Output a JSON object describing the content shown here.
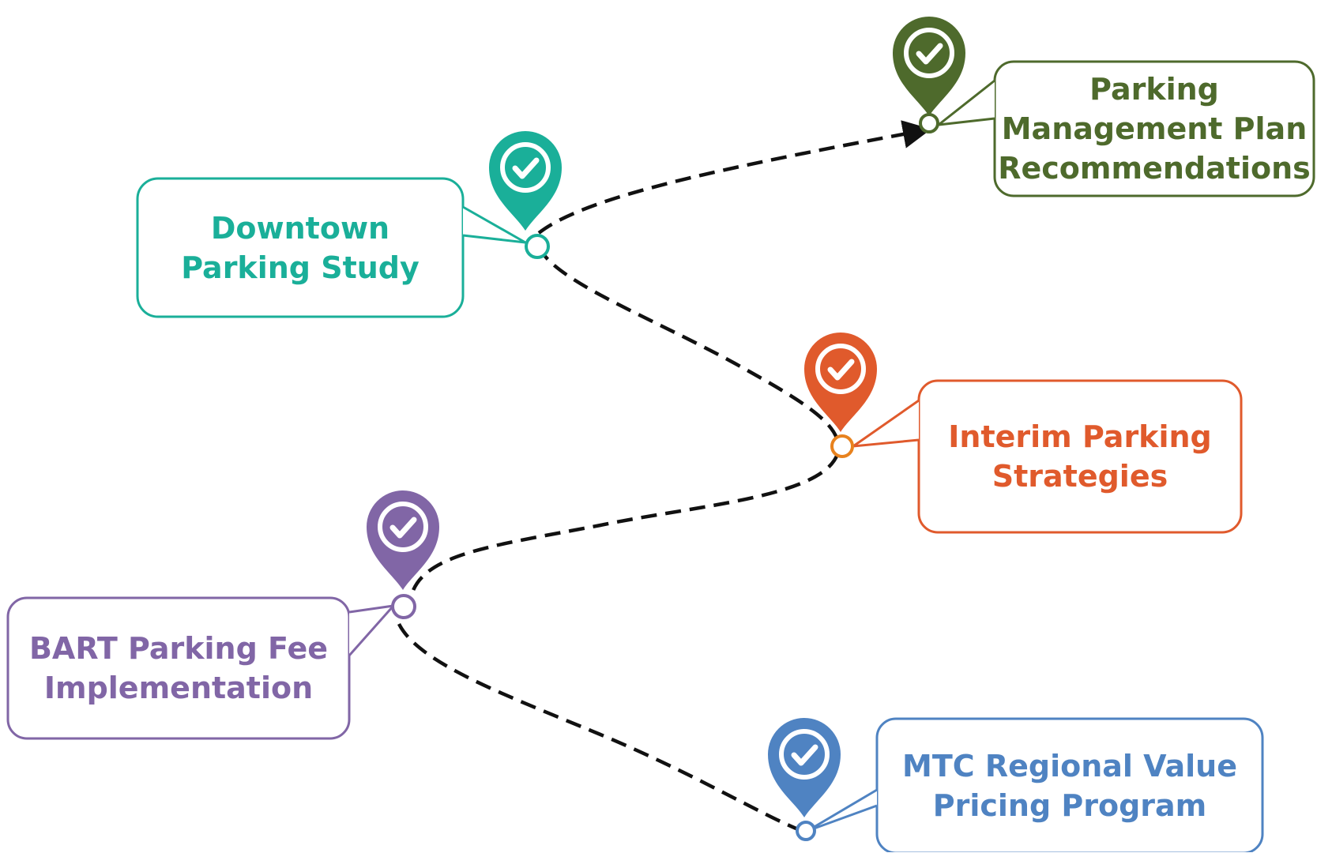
{
  "milestones": [
    {
      "id": "downtown",
      "lines": [
        "Downtown",
        "Parking Study"
      ],
      "color": "#1aaf99",
      "icon": "check-icon"
    },
    {
      "id": "pmp",
      "lines": [
        "Parking",
        "Management Plan",
        "Recommendations"
      ],
      "color": "#4e6a2c",
      "icon": "check-icon"
    },
    {
      "id": "interim",
      "lines": [
        "Interim Parking",
        "Strategies"
      ],
      "color": "#e05a2c",
      "icon": "check-icon"
    },
    {
      "id": "bart",
      "lines": [
        "BART Parking Fee",
        "Implementation"
      ],
      "color": "#8166a6",
      "icon": "check-icon"
    },
    {
      "id": "mtc",
      "lines": [
        "MTC Regional Value",
        "Pricing Program"
      ],
      "color": "#4f83c2",
      "icon": "check-icon"
    }
  ],
  "path": {
    "color": "#111111",
    "style": "dashed",
    "arrow_at": "pmp"
  }
}
